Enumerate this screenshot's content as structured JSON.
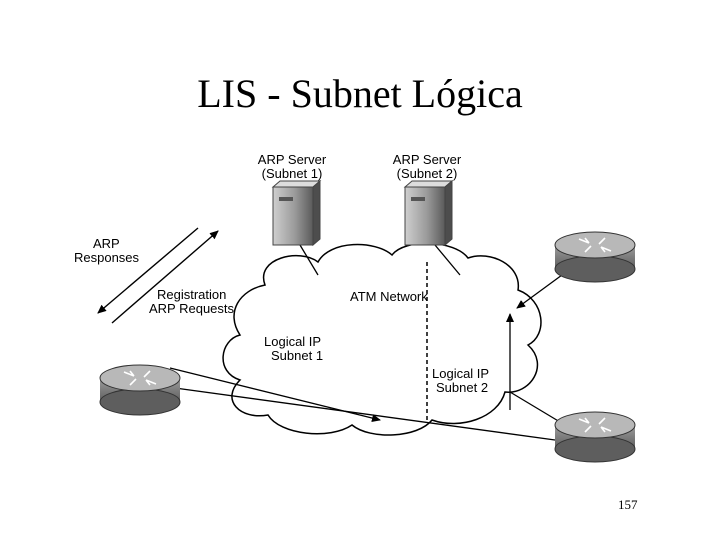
{
  "slide": {
    "title": "LIS - Subnet Lógica",
    "page_number": "157"
  },
  "diagram": {
    "server1": {
      "line1": "ARP Server",
      "line2": "(Subnet 1)"
    },
    "server2": {
      "line1": "ARP Server",
      "line2": "(Subnet 2)"
    },
    "arp_responses": {
      "line1": "ARP",
      "line2": "Responses"
    },
    "registration": {
      "line1": "Registration",
      "line2": "ARP Requests"
    },
    "atm_network": "ATM Network",
    "subnet1": {
      "line1": "Logical IP",
      "line2": "Subnet 1"
    },
    "subnet2": {
      "line1": "Logical IP",
      "line2": "Subnet 2"
    }
  }
}
